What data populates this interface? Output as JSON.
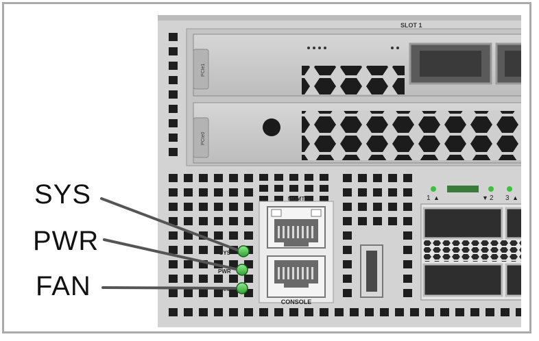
{
  "figure": {
    "slot_label": "SLOT 1",
    "pcie_labels": [
      "PCIe1",
      "PCIe0"
    ],
    "mgmt_label": "MGMT",
    "console_label": "CONSOLE",
    "led_labels": {
      "sys": "SYS",
      "pwr": "PWR",
      "fan": "FAN"
    },
    "port_numbers": [
      "1",
      "2",
      "3"
    ]
  },
  "callouts": [
    {
      "label": "SYS",
      "target": "sys-led"
    },
    {
      "label": "PWR",
      "target": "pwr-led"
    },
    {
      "label": "FAN",
      "target": "fan-led"
    }
  ],
  "colors": {
    "chassis": "#c9c9c9",
    "chassis_light": "#dedede",
    "vent_hole": "#1e1e1e",
    "led_green": "#3fbf3f",
    "led_green_light": "#8ff08f",
    "frame_border": "#a9a9a9",
    "leader_line": "#555555"
  }
}
